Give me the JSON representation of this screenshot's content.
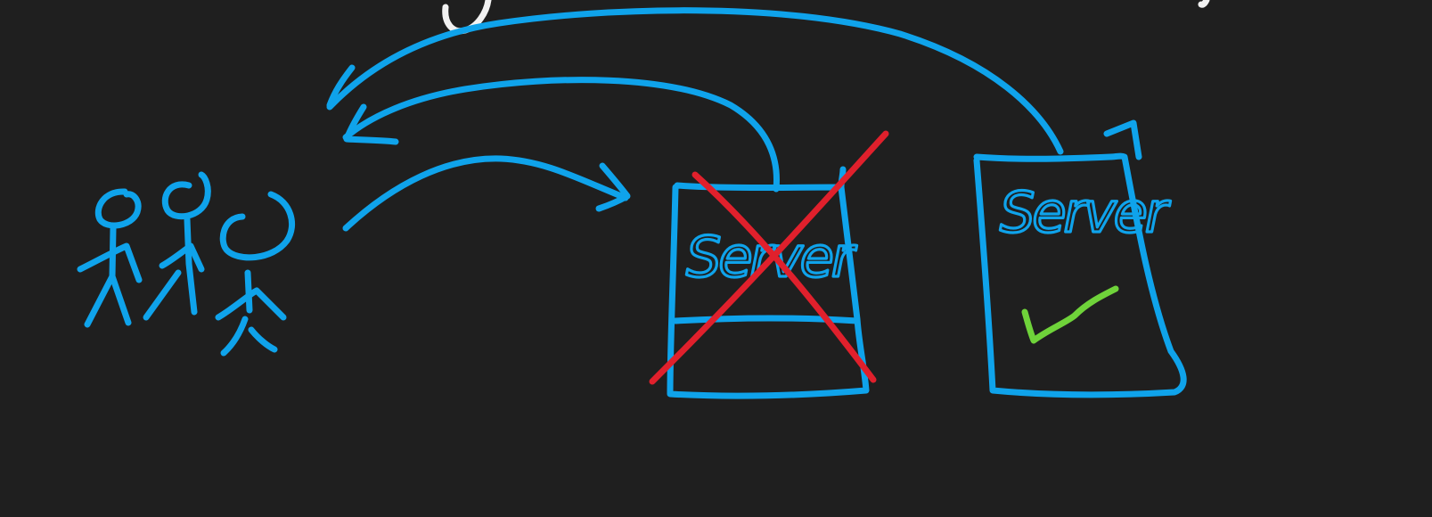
{
  "diagram": {
    "servers": [
      {
        "label": "Server",
        "status": "failed"
      },
      {
        "label": "Server",
        "status": "ok"
      }
    ],
    "colors": {
      "background": "#1f1f1f",
      "ink": "#0fa3eb",
      "failed_mark": "#e0202c",
      "ok_mark": "#6fd33a",
      "partial_handwriting": "#f2f2f2"
    }
  }
}
